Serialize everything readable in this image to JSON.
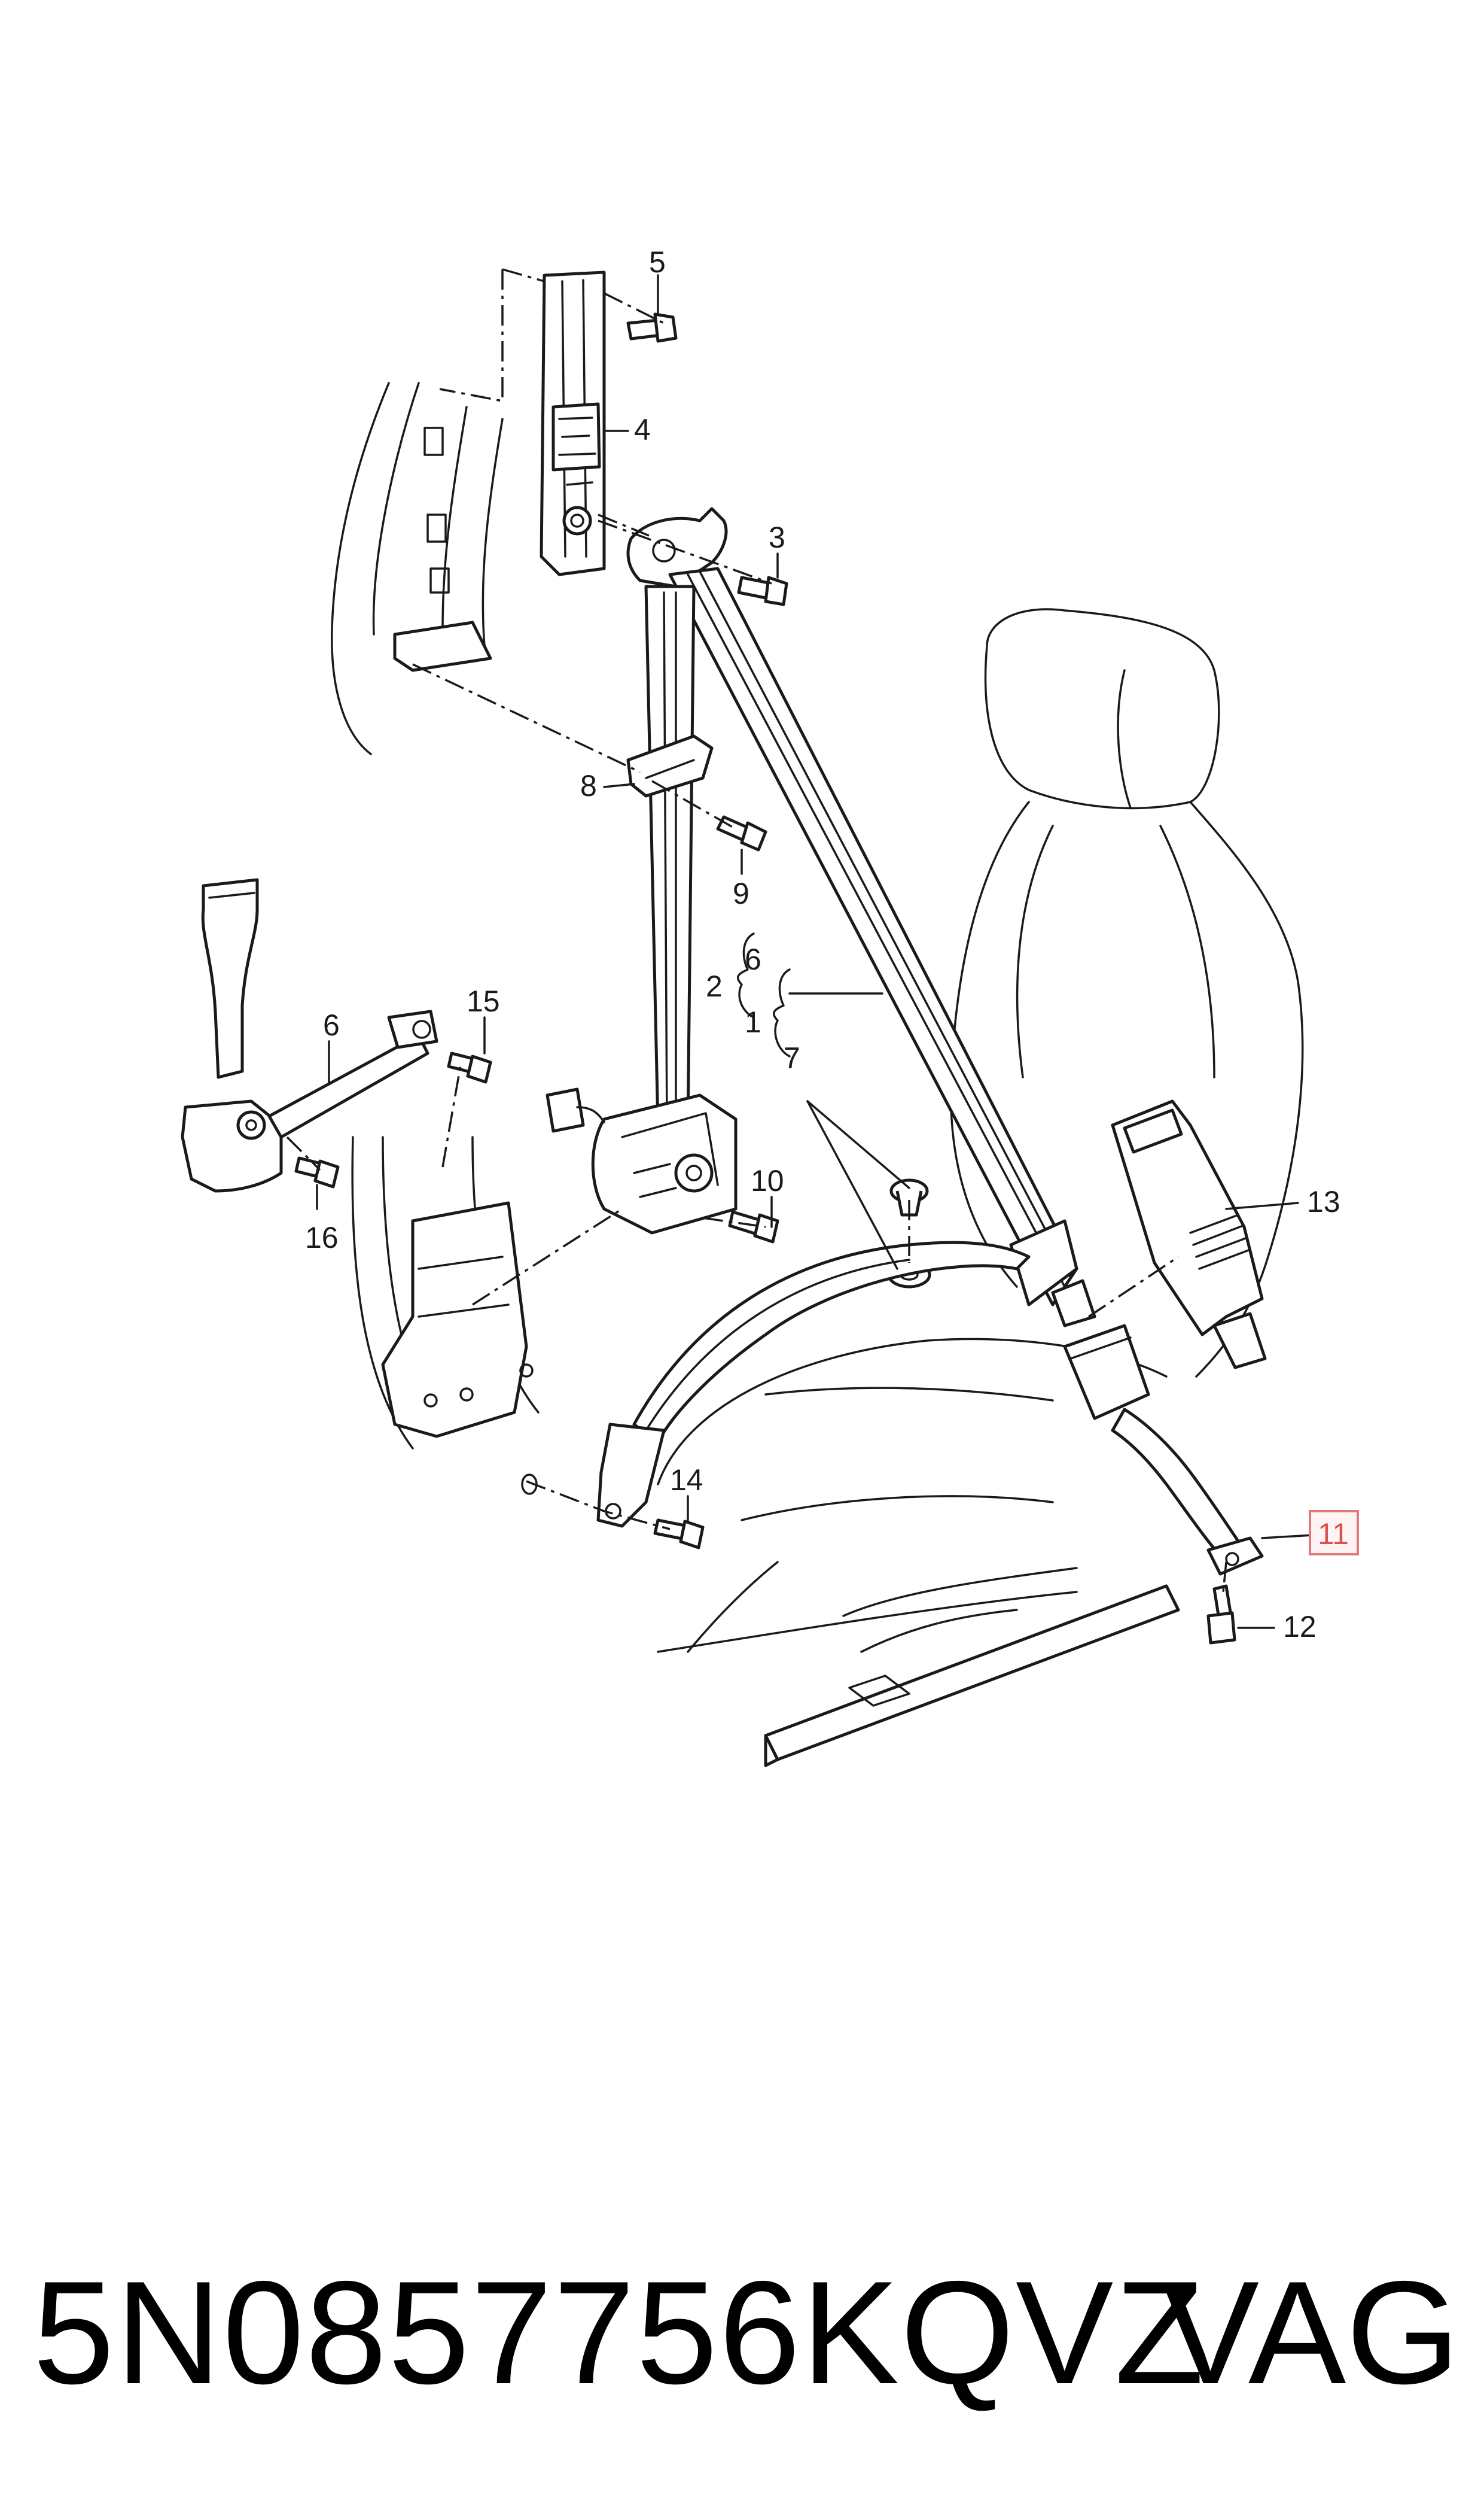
{
  "diagram": {
    "callouts": {
      "c1": "1",
      "c2": "2",
      "c3": "3",
      "c4": "4",
      "c5": "5",
      "c6a": "6",
      "c6b": "6",
      "c7": "7",
      "c8": "8",
      "c9": "9",
      "c10": "10",
      "c11": "11",
      "c12": "12",
      "c13": "13",
      "c14": "14",
      "c15": "15",
      "c16": "16"
    },
    "highlighted_callout": "11",
    "highlight_color": "#e07a7a"
  },
  "caption": {
    "part_number": "5N0857756KQVZ",
    "brand": "VAG"
  }
}
